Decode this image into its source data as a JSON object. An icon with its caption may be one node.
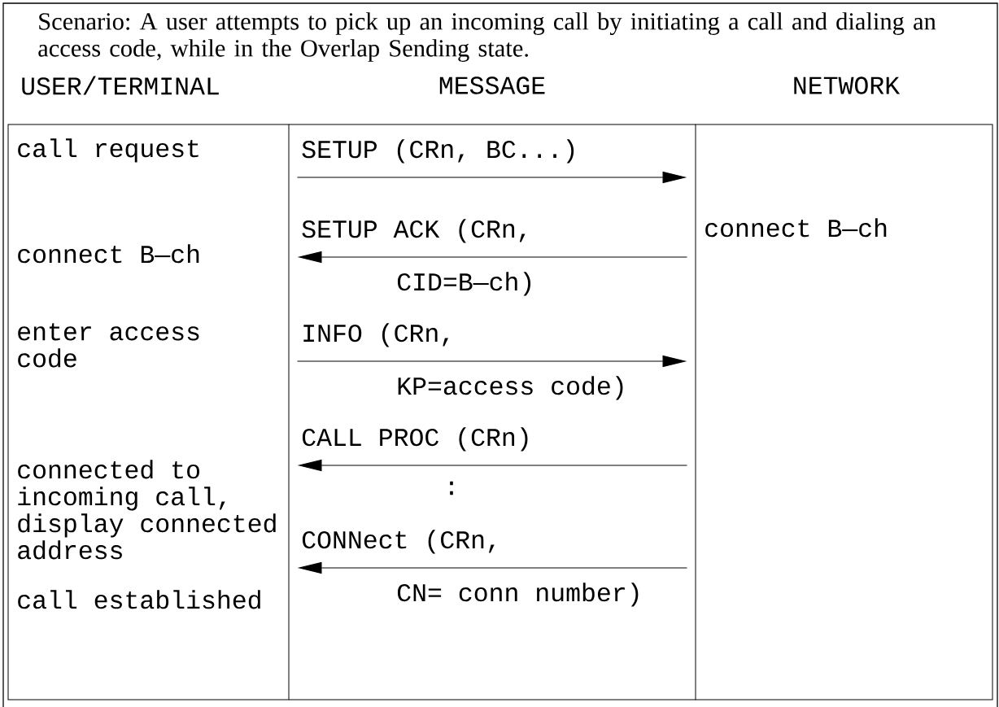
{
  "diagram": {
    "nodes": [
      {
        "text": [
          "USER/TERMINAL",
          "call request",
          "connect B—ch",
          "enter access code",
          "connected to incoming call, display connected address",
          "call established"
        ]
      },
      {
        "text": [
          "NETWORK",
          "connect B—ch"
        ]
      }
    ],
    "edges": [
      {
        "from": 0,
        "to": 1,
        "arrow": "to",
        "label": "SETUP (CRn, BC...)"
      },
      {
        "from": 1,
        "to": 0,
        "arrow": "to",
        "label": "SETUP ACK (CRn, CID=B—ch)"
      },
      {
        "from": 0,
        "to": 1,
        "arrow": "to",
        "label": "INFO (CRn, KP=access code)"
      },
      {
        "from": 1,
        "to": 0,
        "arrow": "to",
        "label": "CALL PROC (CRn)"
      },
      {
        "from": 1,
        "to": 0,
        "arrow": "to",
        "label": "CONNect (CRn, CN= conn number)"
      }
    ],
    "labels": [
      "Scenario: A user attempts to pick up an incoming call by initiating a call and dialing an access code, while in the Overlap Sending state.",
      "MESSAGE",
      ":"
    ]
  }
}
